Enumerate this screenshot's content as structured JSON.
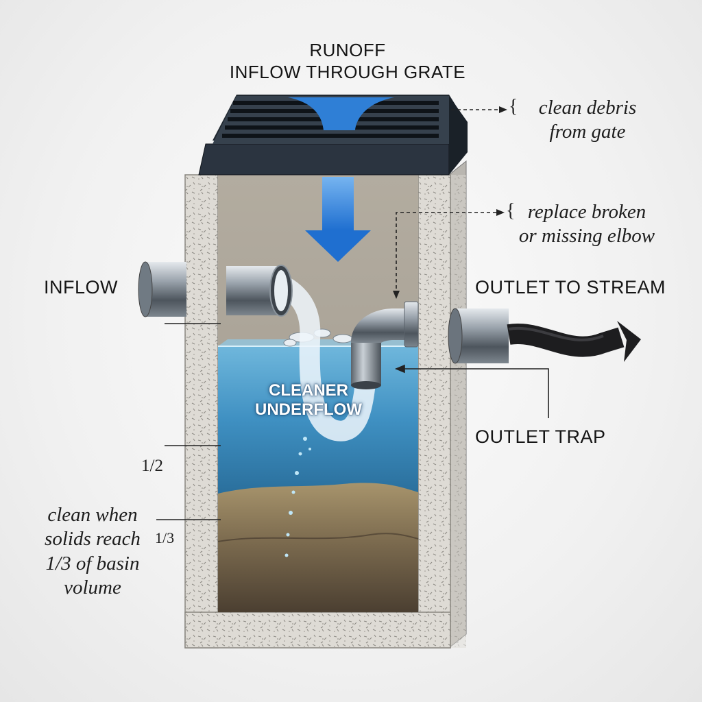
{
  "title": {
    "line1": "RUNOFF",
    "line2": "INFLOW THROUGH GRATE"
  },
  "labels": {
    "inflow": "INFLOW",
    "outlet_to_stream": "OUTLET TO STREAM",
    "outlet_trap": "OUTLET TRAP",
    "cleaner_underflow_line1": "CLEANER",
    "cleaner_underflow_line2": "UNDERFLOW",
    "half_mark": "1/2",
    "third_mark": "1/3"
  },
  "notes": {
    "grate_line1": "clean debris",
    "grate_line2": "from gate",
    "elbow_line1": "replace broken",
    "elbow_line2": "or missing elbow",
    "solids_line1": "clean when",
    "solids_line2": "solids reach",
    "solids_line3": "1/3 of basin",
    "solids_line4": "volume"
  },
  "colors": {
    "water": "#4a9ccb",
    "flow_arrow": "#2f7fd6",
    "grate": "#2b3440",
    "concrete": "#d9d7d2",
    "sediment": "#8b7a5c",
    "pipe": "#8f99a3"
  }
}
